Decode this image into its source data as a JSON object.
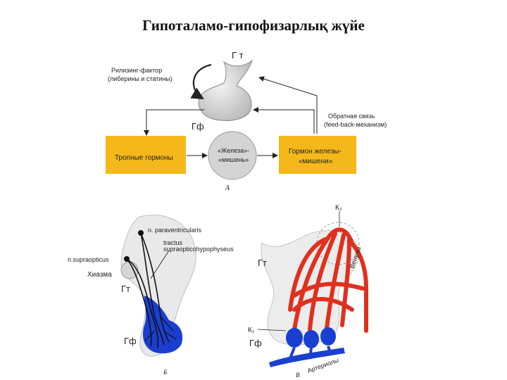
{
  "title": "Гипоталамо-гипофизарлық жүйе",
  "top_diagram": {
    "hypothalamus": "Г т",
    "pituitary": "Гф",
    "releasing_line1": "Рилизинг-фактор",
    "releasing_line2": "(либерины и статины)",
    "feedback_line1": "Обратная связь",
    "feedback_line2": "(feed-back-механизм)",
    "tropic_box": "Тропные гормоны",
    "target_line1": "«Железа»-",
    "target_line2": "«мишень»",
    "hormone_line1": "Гормон железы-",
    "hormone_line2": "«мишени»",
    "panel": "А"
  },
  "left_diagram": {
    "paraventricular": "n. paraventricularis",
    "tract1": "tractus",
    "tract2": "supraopticohypophyseus",
    "supraoptic": "n.supraopticus",
    "chiasm": "Хиазма",
    "hypothalamus": "Гт",
    "pituitary": "Гф",
    "panel": "Б"
  },
  "right_diagram": {
    "k2": "К₂",
    "venules": "Венулы",
    "hypothalamus": "Гт",
    "k1": "К₁",
    "pituitary": "Гф",
    "arterioles": "Артериолы",
    "panel": "В"
  },
  "colors": {
    "box_yellow": "#f5b81a",
    "vessel_red": "#e0301e",
    "vessel_blue": "#1a3fd0",
    "gland_gray": "#d8d8d8"
  }
}
